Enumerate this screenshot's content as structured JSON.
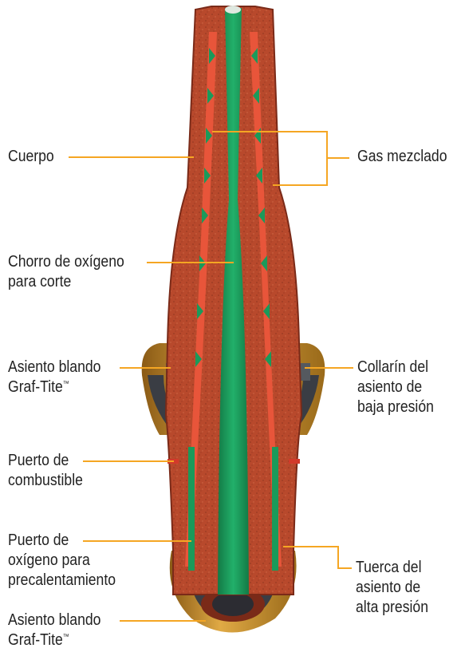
{
  "labels": {
    "cuerpo": "Cuerpo",
    "gas_mezclado": "Gas mezclado",
    "chorro_1": "Chorro de oxígeno",
    "chorro_2": "para corte",
    "asiento1_1": "Asiento blando",
    "asiento1_2": "Graf-Tite",
    "asiento1_tm": "™",
    "collarin_1": "Collarín del",
    "collarin_2": "asiento de",
    "collarin_3": "baja presión",
    "puerto_comb_1": "Puerto de",
    "puerto_comb_2": "combustible",
    "puerto_oxi_1": "Puerto de",
    "puerto_oxi_2": "oxígeno para",
    "puerto_oxi_3": "precalentamiento",
    "tuerca_1": "Tuerca del",
    "tuerca_2": "asiento de",
    "tuerca_3": "alta presión",
    "asiento2_1": "Asiento blando",
    "asiento2_2": "Graf-Tite",
    "asiento2_tm": "™"
  },
  "colors": {
    "leader": "#f5a623",
    "body": "#b8492c",
    "body_dark": "#7a2a18",
    "oxygen": "#1a9a5a",
    "mixed_gas_stripe": "#e8553a",
    "brass": "#c8902a",
    "seat": "#3a3d44"
  }
}
